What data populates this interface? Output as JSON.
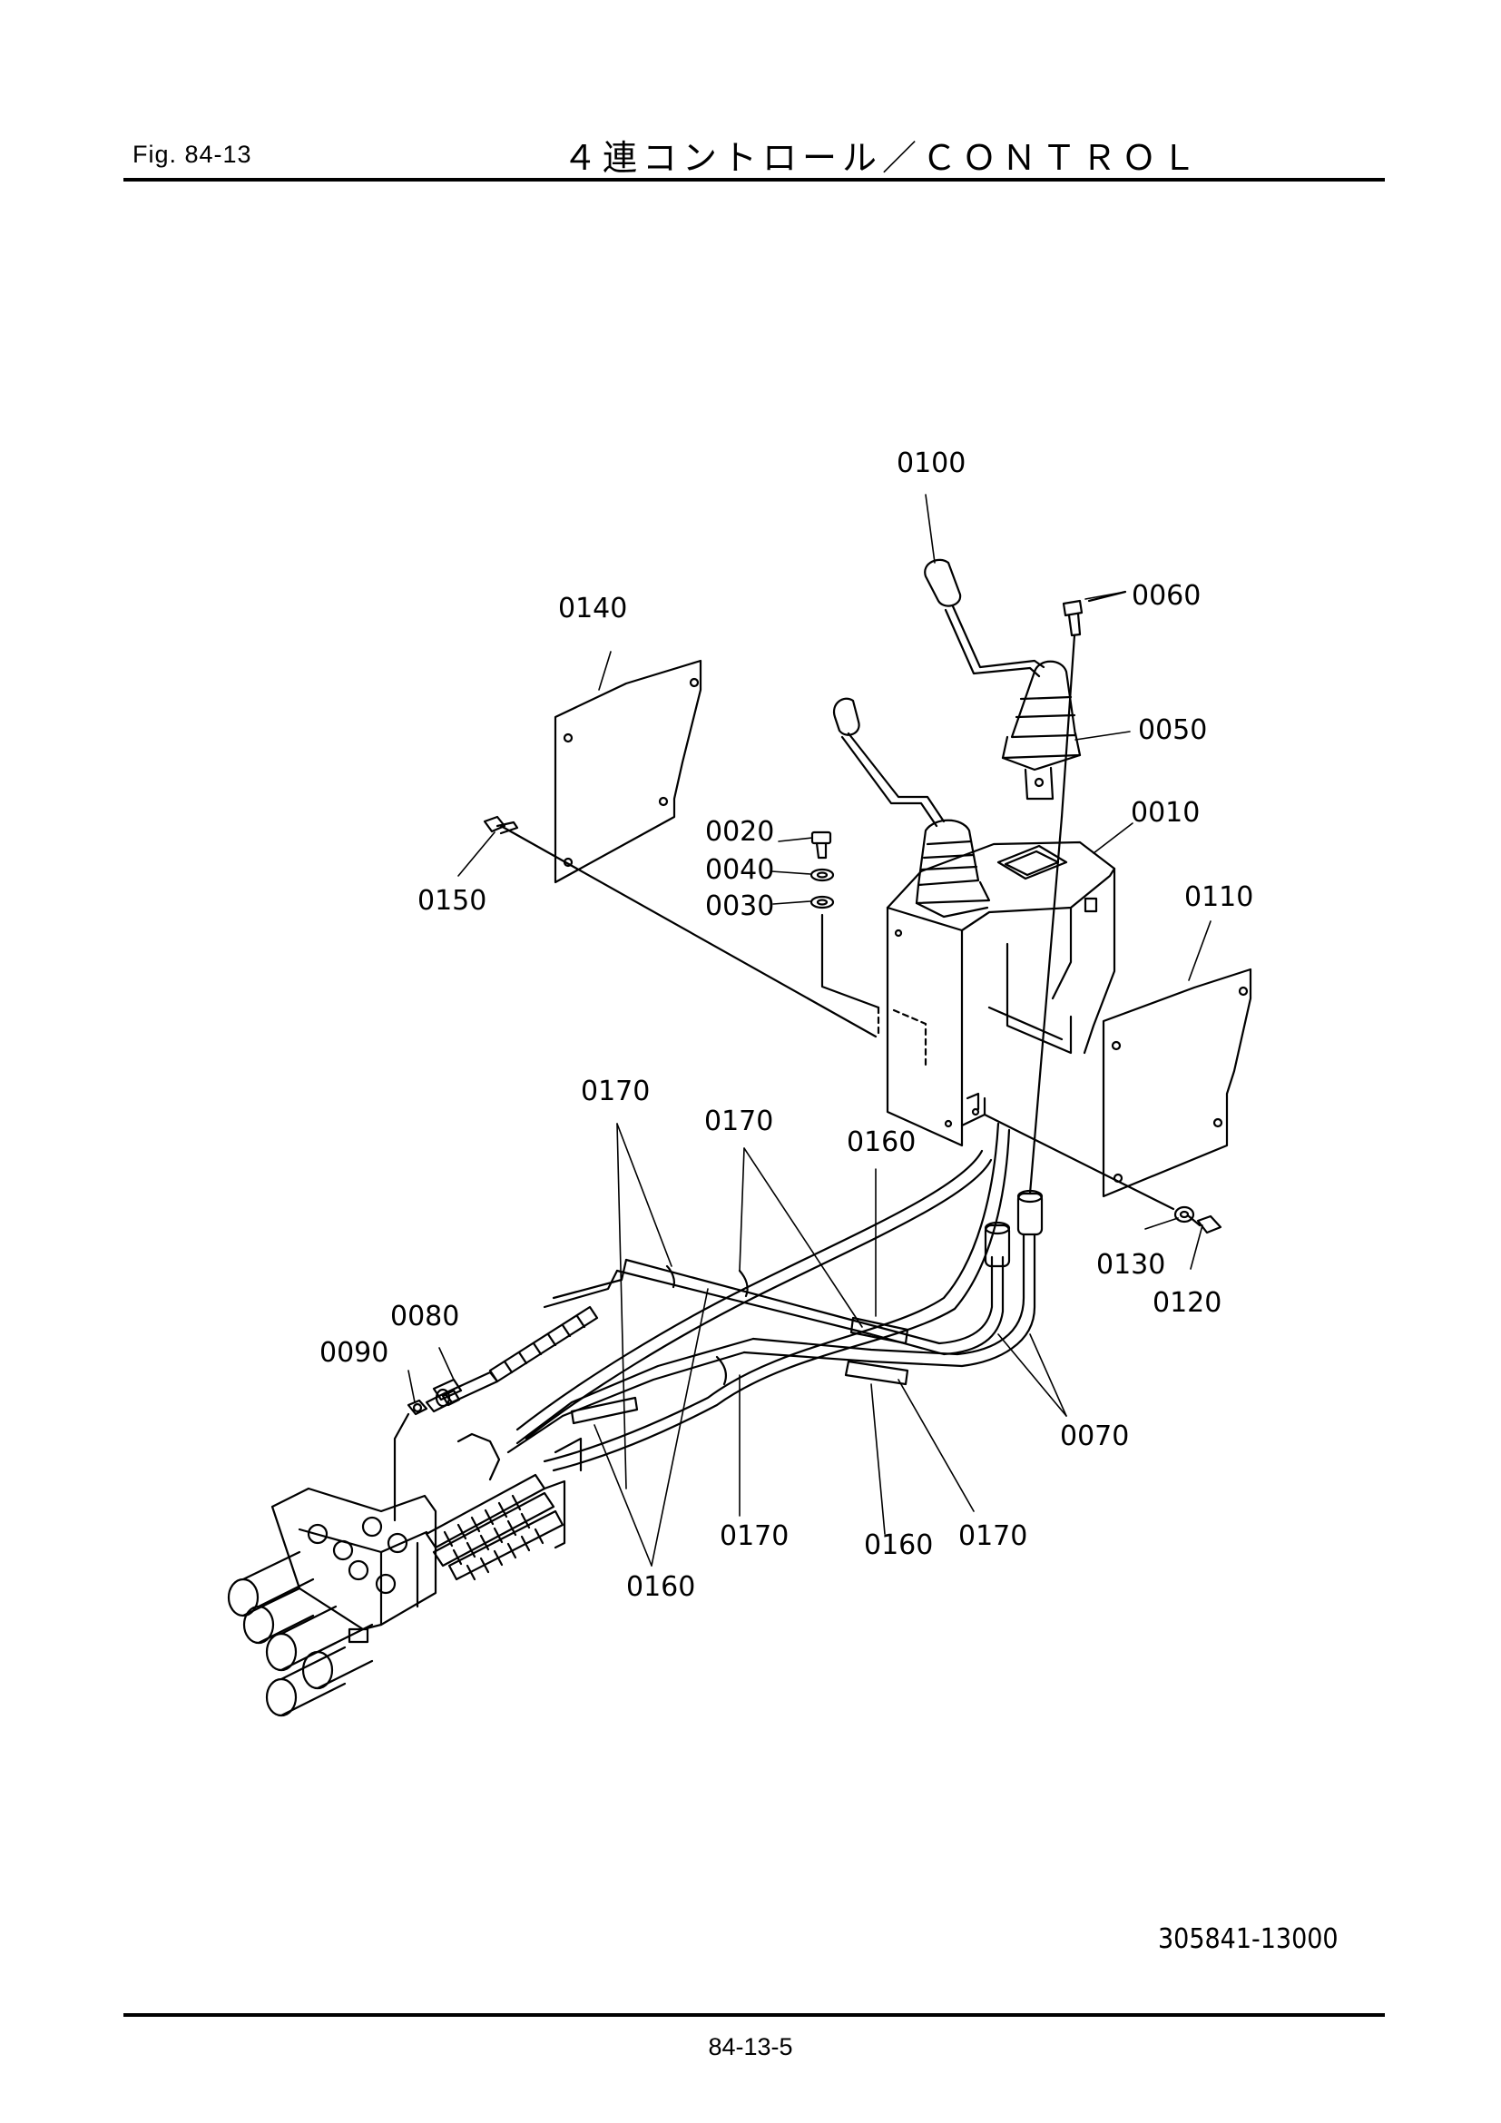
{
  "header": {
    "figure": "Fig.  84-13",
    "title": "４連コントロール／ＣＯＮＴＲＯＬ"
  },
  "footer": {
    "document_number": "305841-13000",
    "page": "84-13-5"
  },
  "callouts": {
    "c0100": "0100",
    "c0060": "0060",
    "c0140": "0140",
    "c0050": "0050",
    "c0020": "0020",
    "c0010": "0010",
    "c0040": "0040",
    "c0150": "0150",
    "c0030": "0030",
    "c0110": "0110",
    "c0170a": "0170",
    "c0170b": "0170",
    "c0160a": "0160",
    "c0130": "0130",
    "c0080": "0080",
    "c0120": "0120",
    "c0090": "0090",
    "c0070": "0070",
    "c0170c": "0170",
    "c0160b": "0160",
    "c0170d": "0170",
    "c0160c": "0160"
  }
}
